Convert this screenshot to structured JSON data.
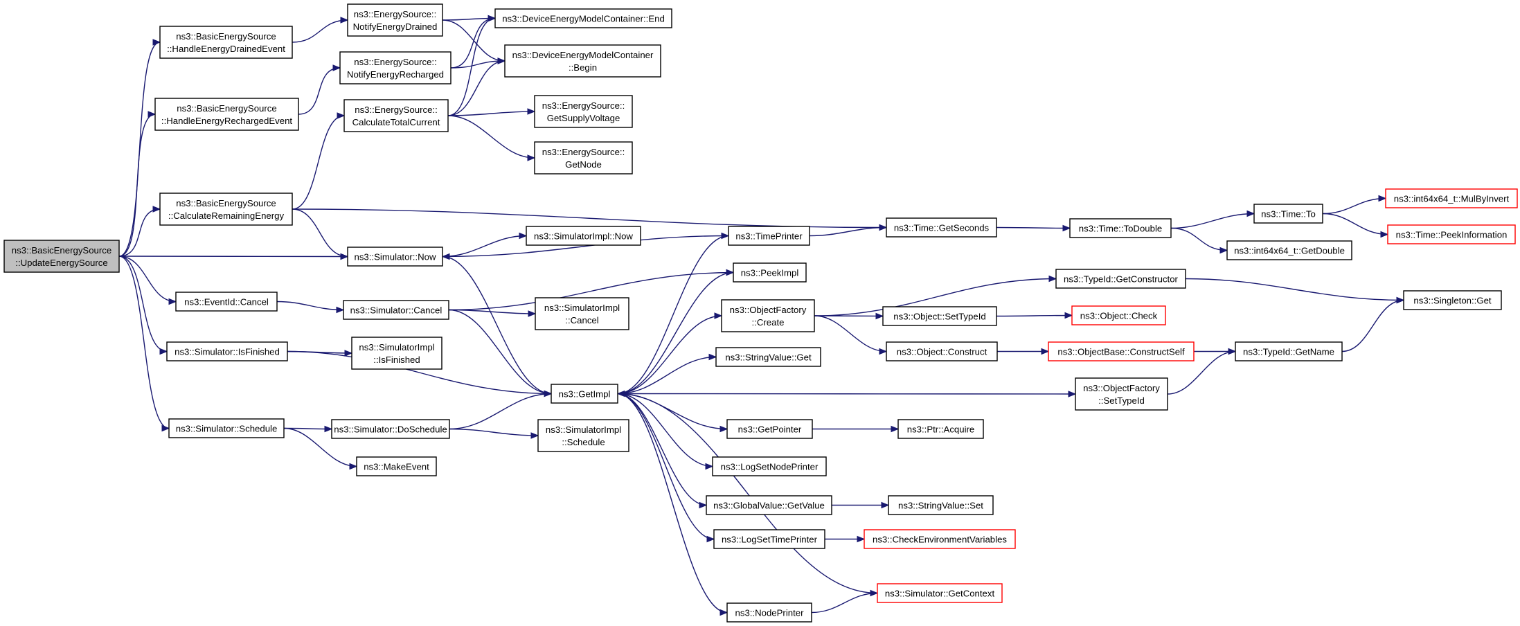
{
  "diagram": {
    "nodes": [
      {
        "id": "root",
        "lines": [
          "ns3::BasicEnergySource",
          "::UpdateEnergySource"
        ],
        "style": "root"
      },
      {
        "id": "hede",
        "lines": [
          "ns3::BasicEnergySource",
          "::HandleEnergyDrainedEvent"
        ]
      },
      {
        "id": "here",
        "lines": [
          "ns3::BasicEnergySource",
          "::HandleEnergyRechargedEvent"
        ]
      },
      {
        "id": "bcre",
        "lines": [
          "ns3::BasicEnergySource",
          "::CalculateRemainingEnergy"
        ]
      },
      {
        "id": "evcancel",
        "lines": [
          "ns3::EventId::Cancel"
        ]
      },
      {
        "id": "isfinished",
        "lines": [
          "ns3::Simulator::IsFinished"
        ]
      },
      {
        "id": "schedule",
        "lines": [
          "ns3::Simulator::Schedule"
        ]
      },
      {
        "id": "ned",
        "lines": [
          "ns3::EnergySource::",
          "NotifyEnergyDrained"
        ]
      },
      {
        "id": "ner",
        "lines": [
          "ns3::EnergySource::",
          "NotifyEnergyRecharged"
        ]
      },
      {
        "id": "ctc",
        "lines": [
          "ns3::EnergySource::",
          "CalculateTotalCurrent"
        ]
      },
      {
        "id": "simnow",
        "lines": [
          "ns3::Simulator::Now"
        ]
      },
      {
        "id": "simcancel",
        "lines": [
          "ns3::Simulator::Cancel"
        ]
      },
      {
        "id": "simisfin",
        "lines": [
          "ns3::SimulatorImpl",
          "::IsFinished"
        ]
      },
      {
        "id": "dosched",
        "lines": [
          "ns3::Simulator::DoSchedule"
        ]
      },
      {
        "id": "makeevent",
        "lines": [
          "ns3::MakeEvent"
        ]
      },
      {
        "id": "demcend",
        "lines": [
          "ns3::DeviceEnergyModelContainer::End"
        ]
      },
      {
        "id": "demcbegin",
        "lines": [
          "ns3::DeviceEnergyModelContainer",
          "::Begin"
        ]
      },
      {
        "id": "getsupply",
        "lines": [
          "ns3::EnergySource::",
          "GetSupplyVoltage"
        ]
      },
      {
        "id": "getnode",
        "lines": [
          "ns3::EnergySource::",
          "GetNode"
        ]
      },
      {
        "id": "implnow",
        "lines": [
          "ns3::SimulatorImpl::Now"
        ]
      },
      {
        "id": "implcancel",
        "lines": [
          "ns3::SimulatorImpl",
          "::Cancel"
        ]
      },
      {
        "id": "getimpl",
        "lines": [
          "ns3::GetImpl"
        ]
      },
      {
        "id": "implsched",
        "lines": [
          "ns3::SimulatorImpl",
          "::Schedule"
        ]
      },
      {
        "id": "timeprinter",
        "lines": [
          "ns3::TimePrinter"
        ]
      },
      {
        "id": "peekimpl",
        "lines": [
          "ns3::PeekImpl"
        ]
      },
      {
        "id": "ofcreate",
        "lines": [
          "ns3::ObjectFactory",
          "::Create"
        ]
      },
      {
        "id": "svget",
        "lines": [
          "ns3::StringValue::Get"
        ]
      },
      {
        "id": "getpointer",
        "lines": [
          "ns3::GetPointer"
        ]
      },
      {
        "id": "logsetnode",
        "lines": [
          "ns3::LogSetNodePrinter"
        ]
      },
      {
        "id": "gvgetvalue",
        "lines": [
          "ns3::GlobalValue::GetValue"
        ]
      },
      {
        "id": "logsettime",
        "lines": [
          "ns3::LogSetTimePrinter"
        ]
      },
      {
        "id": "nodeprinter",
        "lines": [
          "ns3::NodePrinter"
        ]
      },
      {
        "id": "getseconds",
        "lines": [
          "ns3::Time::GetSeconds"
        ]
      },
      {
        "id": "ojsettypeid",
        "lines": [
          "ns3::Object::SetTypeId"
        ]
      },
      {
        "id": "ojconstruct",
        "lines": [
          "ns3::Object::Construct"
        ]
      },
      {
        "id": "ptracquire",
        "lines": [
          "ns3::Ptr::Acquire"
        ]
      },
      {
        "id": "svset",
        "lines": [
          "ns3::StringValue::Set"
        ]
      },
      {
        "id": "checkenv",
        "lines": [
          "ns3::CheckEnvironmentVariables"
        ],
        "style": "truncated"
      },
      {
        "id": "getcontext",
        "lines": [
          "ns3::Simulator::GetContext"
        ],
        "style": "truncated"
      },
      {
        "id": "todouble",
        "lines": [
          "ns3::Time::ToDouble"
        ]
      },
      {
        "id": "getconstructor",
        "lines": [
          "ns3::TypeId::GetConstructor"
        ]
      },
      {
        "id": "ofsettypeid",
        "lines": [
          "ns3::ObjectFactory",
          "::SetTypeId"
        ]
      },
      {
        "id": "ocheck",
        "lines": [
          "ns3::Object::Check"
        ],
        "style": "truncated"
      },
      {
        "id": "constructself",
        "lines": [
          "ns3::ObjectBase::ConstructSelf"
        ],
        "style": "truncated"
      },
      {
        "id": "timeto",
        "lines": [
          "ns3::Time::To"
        ]
      },
      {
        "id": "getdouble",
        "lines": [
          "ns3::int64x64_t::GetDouble"
        ]
      },
      {
        "id": "typeidgetname",
        "lines": [
          "ns3::TypeId::GetName"
        ]
      },
      {
        "id": "mulbyinvert",
        "lines": [
          "ns3::int64x64_t::MulByInvert"
        ],
        "style": "truncated"
      },
      {
        "id": "peekinfo",
        "lines": [
          "ns3::Time::PeekInformation"
        ],
        "style": "truncated"
      },
      {
        "id": "singletonget",
        "lines": [
          "ns3::Singleton::Get"
        ]
      }
    ],
    "edges": [
      [
        "root",
        "hede"
      ],
      [
        "root",
        "here"
      ],
      [
        "root",
        "bcre"
      ],
      [
        "root",
        "simnow"
      ],
      [
        "root",
        "evcancel"
      ],
      [
        "root",
        "isfinished"
      ],
      [
        "root",
        "schedule"
      ],
      [
        "hede",
        "ned"
      ],
      [
        "here",
        "ner"
      ],
      [
        "bcre",
        "ctc"
      ],
      [
        "bcre",
        "simnow"
      ],
      [
        "bcre",
        "getseconds"
      ],
      [
        "evcancel",
        "simcancel"
      ],
      [
        "isfinished",
        "simisfin"
      ],
      [
        "isfinished",
        "getimpl"
      ],
      [
        "schedule",
        "dosched"
      ],
      [
        "schedule",
        "makeevent"
      ],
      [
        "ned",
        "demcend"
      ],
      [
        "ned",
        "demcbegin"
      ],
      [
        "ner",
        "demcend"
      ],
      [
        "ner",
        "demcbegin"
      ],
      [
        "ctc",
        "demcend"
      ],
      [
        "ctc",
        "demcbegin"
      ],
      [
        "ctc",
        "getsupply"
      ],
      [
        "ctc",
        "getnode"
      ],
      [
        "simnow",
        "implnow"
      ],
      [
        "simnow",
        "getimpl"
      ],
      [
        "simcancel",
        "implcancel"
      ],
      [
        "simcancel",
        "getimpl"
      ],
      [
        "simcancel",
        "peekimpl"
      ],
      [
        "dosched",
        "getimpl"
      ],
      [
        "dosched",
        "implsched"
      ],
      [
        "getimpl",
        "timeprinter"
      ],
      [
        "getimpl",
        "peekimpl"
      ],
      [
        "getimpl",
        "ofcreate"
      ],
      [
        "getimpl",
        "svget"
      ],
      [
        "getimpl",
        "ofsettypeid"
      ],
      [
        "getimpl",
        "getpointer"
      ],
      [
        "getimpl",
        "logsetnode"
      ],
      [
        "getimpl",
        "gvgetvalue"
      ],
      [
        "getimpl",
        "logsettime"
      ],
      [
        "getimpl",
        "nodeprinter"
      ],
      [
        "timeprinter",
        "simnow"
      ],
      [
        "timeprinter",
        "getseconds"
      ],
      [
        "ofcreate",
        "getconstructor"
      ],
      [
        "ofcreate",
        "ojsettypeid"
      ],
      [
        "ofcreate",
        "ojconstruct"
      ],
      [
        "getpointer",
        "ptracquire"
      ],
      [
        "gvgetvalue",
        "svset"
      ],
      [
        "logsettime",
        "checkenv"
      ],
      [
        "nodeprinter",
        "getcontext"
      ],
      [
        "getcontext",
        "getimpl"
      ],
      [
        "getseconds",
        "todouble"
      ],
      [
        "todouble",
        "timeto"
      ],
      [
        "todouble",
        "getdouble"
      ],
      [
        "timeto",
        "mulbyinvert"
      ],
      [
        "timeto",
        "peekinfo"
      ],
      [
        "getconstructor",
        "singletonget"
      ],
      [
        "ojsettypeid",
        "ocheck"
      ],
      [
        "ojconstruct",
        "constructself"
      ],
      [
        "constructself",
        "typeidgetname"
      ],
      [
        "ofsettypeid",
        "typeidgetname"
      ],
      [
        "typeidgetname",
        "singletonget"
      ]
    ]
  }
}
